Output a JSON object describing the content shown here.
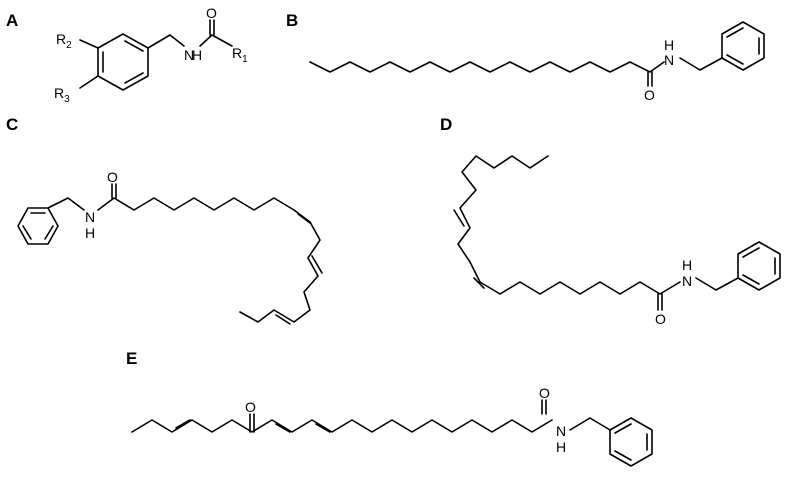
{
  "panels": [
    {
      "label": "A"
    },
    {
      "label": "B"
    },
    {
      "label": "C"
    },
    {
      "label": "D"
    },
    {
      "label": "E"
    }
  ],
  "atoms": {
    "O": "O",
    "N": "N",
    "H": "H",
    "R": "R",
    "r1": "1",
    "r2": "2",
    "r3": "3"
  }
}
